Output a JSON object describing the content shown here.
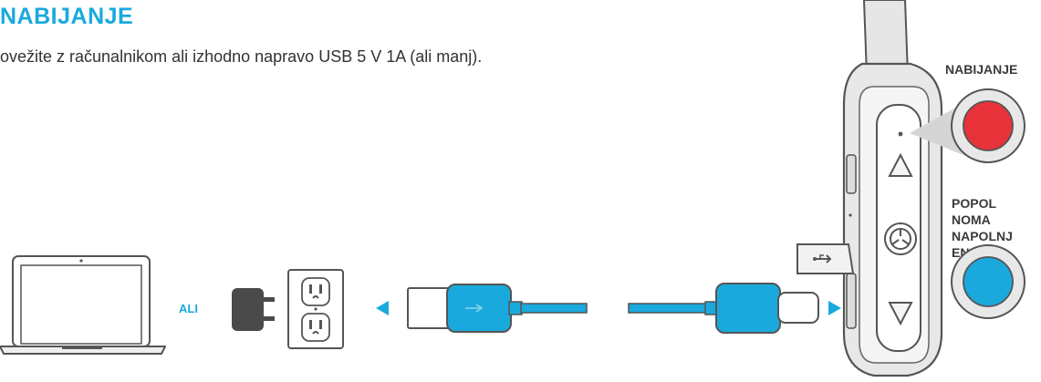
{
  "heading": "NABIJANJE",
  "instruction": "ovežite z računalnikom ali izhodno napravo USB 5 V 1A (ali manj).",
  "or_label": "ALI",
  "led_states": {
    "charging_label": "NABIJANJE",
    "charging_color": "#e8323a",
    "full_label": "POPOL NOMA NAPOLNJ ENO",
    "full_color": "#1aa9dd"
  },
  "colors": {
    "accent": "#1aa9dd",
    "cable": "#1aa9dd",
    "device_outline": "#555555",
    "device_fill": "#e8e8e8"
  },
  "icons": {
    "usb_symbol": "usb-icon",
    "logo": "jlab-logo-icon",
    "volume_up": "triangle-up-icon",
    "volume_down": "triangle-down-icon"
  }
}
